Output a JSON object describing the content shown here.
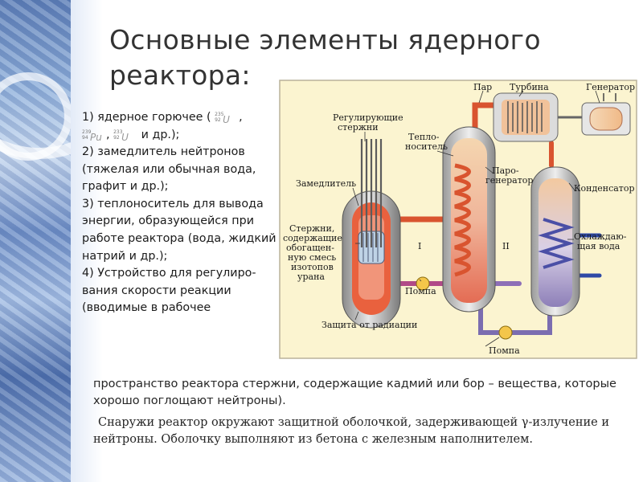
{
  "title": {
    "line1": "Основные элементы ядерного",
    "line2": "реактора:"
  },
  "items": {
    "item1_start": "1) ядерное горючее (",
    "item1_mid": ",",
    "item1_end": "и др.);",
    "isotopes": [
      {
        "mass": "235",
        "z": "92",
        "symbol": "U"
      },
      {
        "mass": "239",
        "z": "94",
        "symbol": "Pu"
      },
      {
        "mass": "233",
        "z": "92",
        "symbol": "U"
      }
    ],
    "item2": "2) замедлитель нейтронов (тяжелая или обычная вода, графит и др.);",
    "item3": "3) теплоноситель для вывода энергии, образующейся при работе реактора (вода, жидкий натрий и др.);",
    "item4": "4) Устройство для регулиро-вания скорости реакции (вводимые в рабочее"
  },
  "paragraph1": "пространство реактора стержни, содержащие кадмий или бор – вещества, которые хорошо поглощают нейтроны).",
  "paragraph2": "Снаружи реактор окружают защитной оболочкой, задерживающей γ-излучение и нейтроны. Оболочку выполняют из бетона с железным наполнителем.",
  "diagram": {
    "labels": {
      "control_rods": [
        "Регулирующие",
        "стержни"
      ],
      "coolant": [
        "Тепло-",
        "носитель"
      ],
      "steam": "Пар",
      "turbine": "Турбина",
      "generator": "Генератор",
      "moderator": "Замедлитель",
      "fuel_rods": [
        "Стержни,",
        "содержащие",
        "обогащен-",
        "ную смесь",
        "изотопов",
        "урана"
      ],
      "steam_generator": [
        "Паро-",
        "генератор"
      ],
      "condenser": "Конденсатор",
      "circuit_1": "I",
      "circuit_2": "II",
      "cooling_water": [
        "Охлаждаю-",
        "щая вода"
      ],
      "pump_1": "Помпа",
      "radiation_shield": "Защита от радиации",
      "pump_2": "Помпа"
    }
  }
}
